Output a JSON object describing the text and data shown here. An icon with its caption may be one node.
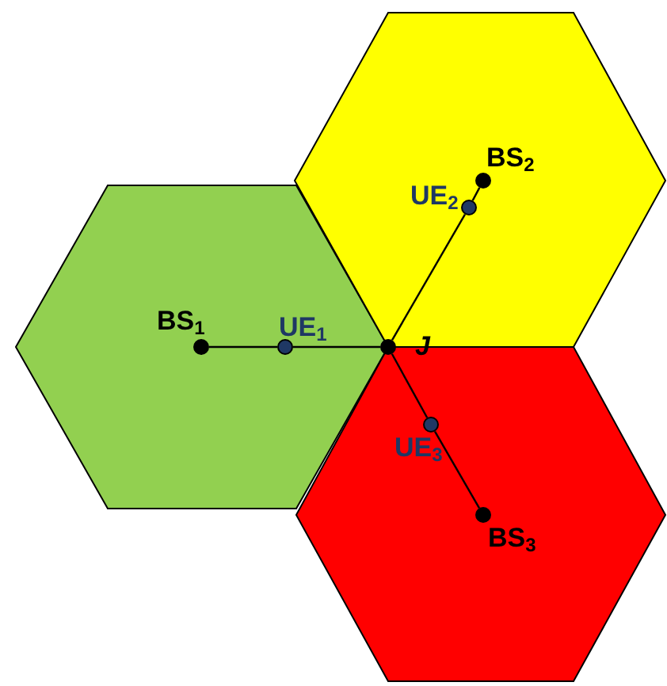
{
  "diagram": {
    "nodes": [
      {
        "text": [],
        "shape": "hexagon"
      },
      {
        "text": [],
        "shape": "hexagon"
      },
      {
        "text": [],
        "shape": "hexagon"
      },
      {
        "text": [],
        "shape": "circle",
        "in": 0,
        "beside": [
          "BS$_{1}$"
        ]
      },
      {
        "text": [],
        "shape": "circle",
        "in": 0,
        "beside": [
          "UE$_{1}$"
        ]
      },
      {
        "text": [],
        "shape": "circle",
        "beside": [
          "*J*"
        ]
      },
      {
        "text": [],
        "shape": "circle",
        "in": 1,
        "beside": [
          "BS$_{2}$"
        ]
      },
      {
        "text": [],
        "shape": "circle",
        "in": 1,
        "beside": [
          "UE$_{2}$"
        ]
      },
      {
        "text": [],
        "shape": "circle",
        "in": 2,
        "beside": [
          "UE$_{3}$"
        ]
      },
      {
        "text": [],
        "shape": "circle",
        "in": 2,
        "beside": [
          "BS$_{3}$"
        ]
      }
    ],
    "edges": [
      {
        "from": 3,
        "to": 4,
        "arrow": "none"
      },
      {
        "from": 4,
        "to": 5,
        "arrow": "none"
      },
      {
        "from": 6,
        "to": 7,
        "arrow": "none"
      },
      {
        "from": 7,
        "to": 5,
        "arrow": "none"
      },
      {
        "from": 5,
        "to": 8,
        "arrow": "none"
      },
      {
        "from": 8,
        "to": 9,
        "arrow": "none"
      }
    ]
  }
}
